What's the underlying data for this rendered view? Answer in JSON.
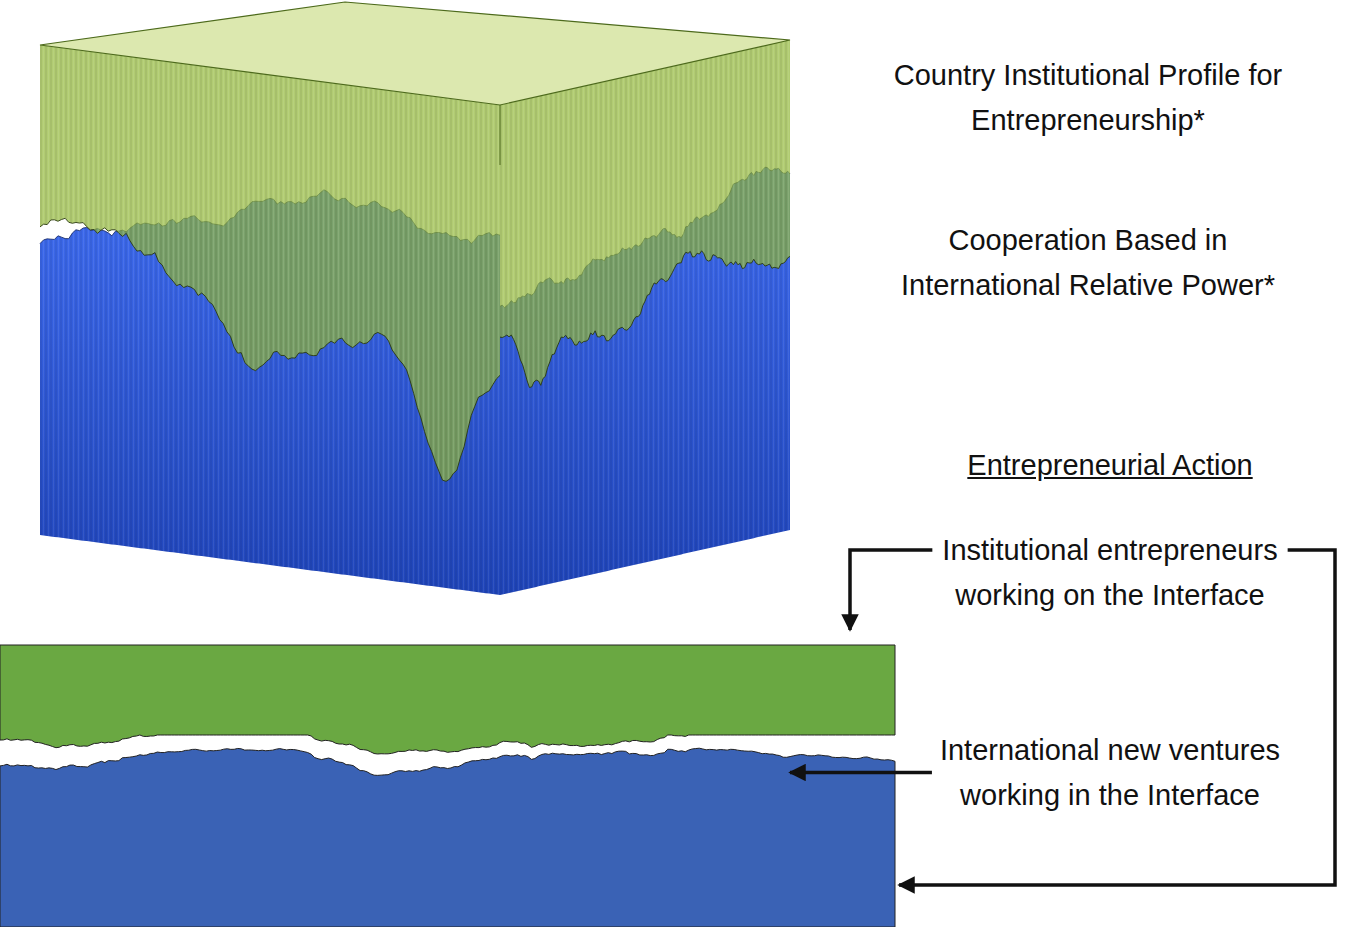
{
  "diagram": {
    "labels": [
      "Country Institutional Profile for Entrepreneurship*",
      "Cooperation Based in International Relative Power*",
      "Entrepreneurial Action",
      "Institutional entrepreneurs working on the Interface",
      "International new ventures working in the Interface"
    ]
  }
}
